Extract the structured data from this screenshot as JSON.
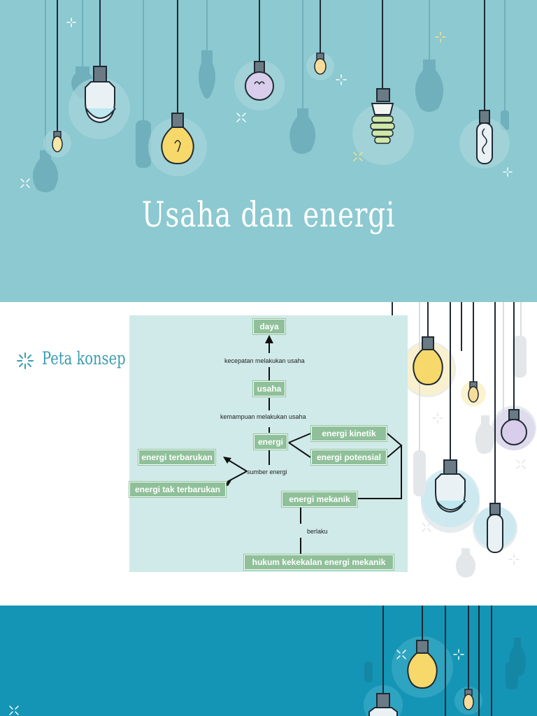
{
  "slide1": {
    "title": "Usaha dan energi"
  },
  "slide2": {
    "heading": "Peta konsep",
    "concept_map": {
      "nodes": {
        "daya": "daya",
        "usaha": "usaha",
        "energi": "energi",
        "energi_kinetik": "energi kinetik",
        "energi_potensial": "energi potensial",
        "energi_terbarukan": "energi terbarukan",
        "energi_tak_terbarukan": "energi tak terbarukan",
        "energi_mekanik": "energi mekanik",
        "hukum": "hukum kekekalan energi mekanik"
      },
      "labels": {
        "kecepatan": "kecepatan melakukan usaha",
        "kemampuan": "kemampuan melakukan usaha",
        "sumber": "sumber energi",
        "berlaku": "berlaku"
      }
    }
  },
  "colors": {
    "slide1_bg": "#8cc9d1",
    "slide3_bg": "#1495b5",
    "node_fill": "#8fc09a",
    "map_bg": "#cfeae9"
  }
}
